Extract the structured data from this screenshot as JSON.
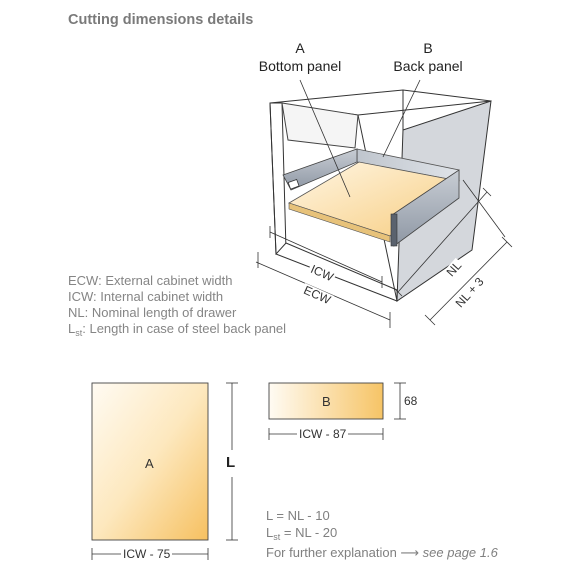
{
  "title": "Cutting dimensions details",
  "callouts": {
    "a_letter": "A",
    "a_name": "Bottom panel",
    "b_letter": "B",
    "b_name": "Back panel"
  },
  "cabinet_dims": {
    "icw": "ICW",
    "ecw": "ECW",
    "nl": "NL",
    "nl_plus": "NL + 3"
  },
  "legend": {
    "ecw": "ECW: External cabinet width",
    "icw": "ICW: Internal cabinet width",
    "nl": "NL: Nominal length of drawer",
    "lst_main": "L",
    "lst_sub": "st",
    "lst_text": ": Length in case of steel back panel"
  },
  "panel_a": {
    "label": "A",
    "width_label": "ICW - 75",
    "length_label": "L"
  },
  "panel_b": {
    "label": "B",
    "width_label": "ICW - 87",
    "height_label": "68"
  },
  "formulas": {
    "l": "L = NL - 10",
    "lst_main": "L",
    "lst_sub": "st",
    "lst_text": " = NL - 20",
    "further_text": "For further explanation ",
    "arrow": "⟶",
    "see_page": "see page 1.6"
  },
  "colors": {
    "panel_light": "#fffaf0",
    "panel_warm": "#f7c46a",
    "steel": "#9ea6b2",
    "line": "#333333",
    "label_text": "#777777"
  }
}
